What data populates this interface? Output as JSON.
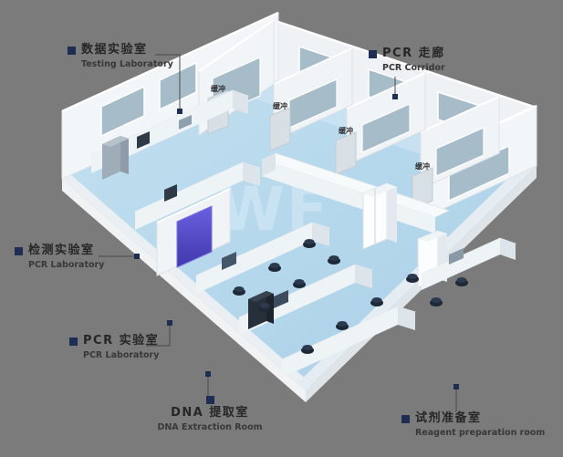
{
  "scene": {
    "watermark": "WF",
    "colors": {
      "background": "#7b7b7b",
      "floor": "#b5d7ea",
      "wall": "#f3f6f8",
      "window": "#a7bcc9",
      "door": "#5a50d6",
      "accent_square": "#1d2e52"
    }
  },
  "labels": {
    "testing_lab": {
      "zh": "数据实验室",
      "en": "Testing Laboratory"
    },
    "pcr_corridor": {
      "zh": "PCR 走廊",
      "en": "PCR Corridor"
    },
    "detection_lab": {
      "zh": "检测实验室",
      "en": "PCR Laboratory"
    },
    "pcr_lab": {
      "zh": "PCR 实验室",
      "en": "PCR Laboratory"
    },
    "dna_room": {
      "zh": "DNA 提取室",
      "en": "DNA Extraction Room"
    },
    "reagent_room": {
      "zh": "试剂准备室",
      "en": "Reagent preparation room"
    }
  },
  "buffer_labels": [
    "缓冲",
    "缓冲",
    "缓冲",
    "缓冲"
  ]
}
